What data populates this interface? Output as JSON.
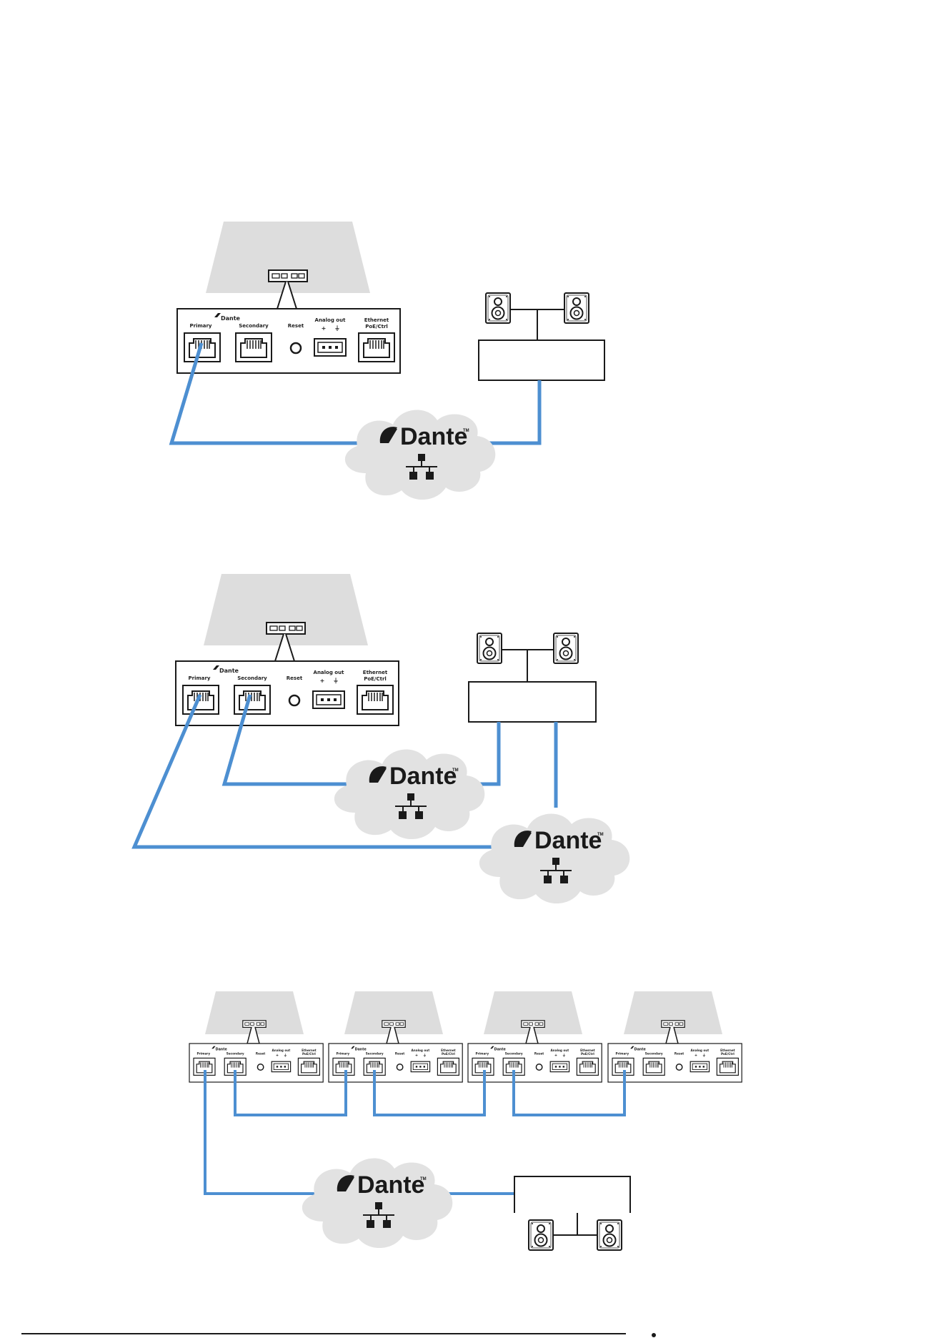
{
  "diagram": {
    "panel": {
      "logo_text": "Dante",
      "primary_label": "Primary",
      "secondary_label": "Secondary",
      "reset_label": "Reset",
      "analog_label": "Analog out",
      "analog_plus": "+",
      "analog_ground": "⏚",
      "ethernet_label_1": "Ethernet",
      "ethernet_label_2": "PoE/Ctrl"
    },
    "cloud": {
      "logo_text": "Dante",
      "tm": "TM"
    },
    "scenarios": [
      {
        "topology": "single network: Primary to Dante network to amplifier"
      },
      {
        "topology": "redundant networks: Primary and Secondary to two Dante networks to amplifier"
      },
      {
        "topology": "daisy chain: four units chained via Secondary to Primary, first unit to Dante network to amplifier"
      }
    ],
    "colors": {
      "cable": "#4d8fd1",
      "ceiling": "#dddddd",
      "cloud": "#e2e2e2",
      "outline": "#1a1a1a"
    },
    "icons": [
      "speaker-icon",
      "network-icon",
      "dante-logo-icon",
      "rj45-port-icon",
      "reset-button-icon",
      "analog-connector-icon"
    ]
  }
}
